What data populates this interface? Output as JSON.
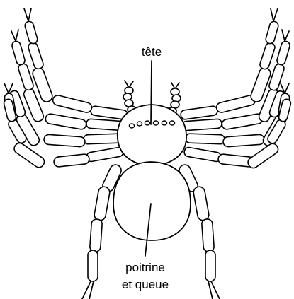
{
  "labels": {
    "head": "tête",
    "body_line1": "poitrine",
    "body_line2": "et queue"
  },
  "colors": {
    "stroke": "#000000",
    "background": "#ffffff"
  }
}
